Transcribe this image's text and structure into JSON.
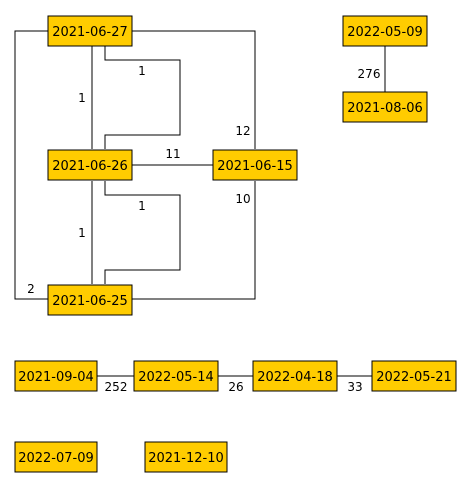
{
  "nodes": [
    {
      "id": "n1",
      "label": "2021-06-27"
    },
    {
      "id": "n2",
      "label": "2021-06-26"
    },
    {
      "id": "n3",
      "label": "2021-06-15"
    },
    {
      "id": "n4",
      "label": "2021-06-25"
    },
    {
      "id": "n5",
      "label": "2022-05-09"
    },
    {
      "id": "n6",
      "label": "2021-08-06"
    },
    {
      "id": "n7",
      "label": "2021-09-04"
    },
    {
      "id": "n8",
      "label": "2022-05-14"
    },
    {
      "id": "n9",
      "label": "2022-04-18"
    },
    {
      "id": "n10",
      "label": "2022-05-21"
    },
    {
      "id": "n11",
      "label": "2022-07-09"
    },
    {
      "id": "n12",
      "label": "2021-12-10"
    }
  ],
  "edges": [
    {
      "id": "e1",
      "from": "n1",
      "to": "n2",
      "label": "1"
    },
    {
      "id": "e2",
      "from": "n1",
      "to": "n2",
      "label": "1"
    },
    {
      "id": "e3",
      "from": "n1",
      "to": "n3",
      "label": "12"
    },
    {
      "id": "e4",
      "from": "n1",
      "to": "n4",
      "label": "2"
    },
    {
      "id": "e5",
      "from": "n2",
      "to": "n3",
      "label": "11"
    },
    {
      "id": "e6",
      "from": "n2",
      "to": "n4",
      "label": "1"
    },
    {
      "id": "e7",
      "from": "n2",
      "to": "n4",
      "label": "1"
    },
    {
      "id": "e8",
      "from": "n3",
      "to": "n4",
      "label": "10"
    },
    {
      "id": "e9",
      "from": "n5",
      "to": "n6",
      "label": "276"
    },
    {
      "id": "e10",
      "from": "n7",
      "to": "n8",
      "label": "252"
    },
    {
      "id": "e11",
      "from": "n8",
      "to": "n9",
      "label": "26"
    },
    {
      "id": "e12",
      "from": "n9",
      "to": "n10",
      "label": "33"
    }
  ],
  "colors": {
    "node_fill": "#ffcc00",
    "node_border": "#000000",
    "edge": "#000000"
  }
}
